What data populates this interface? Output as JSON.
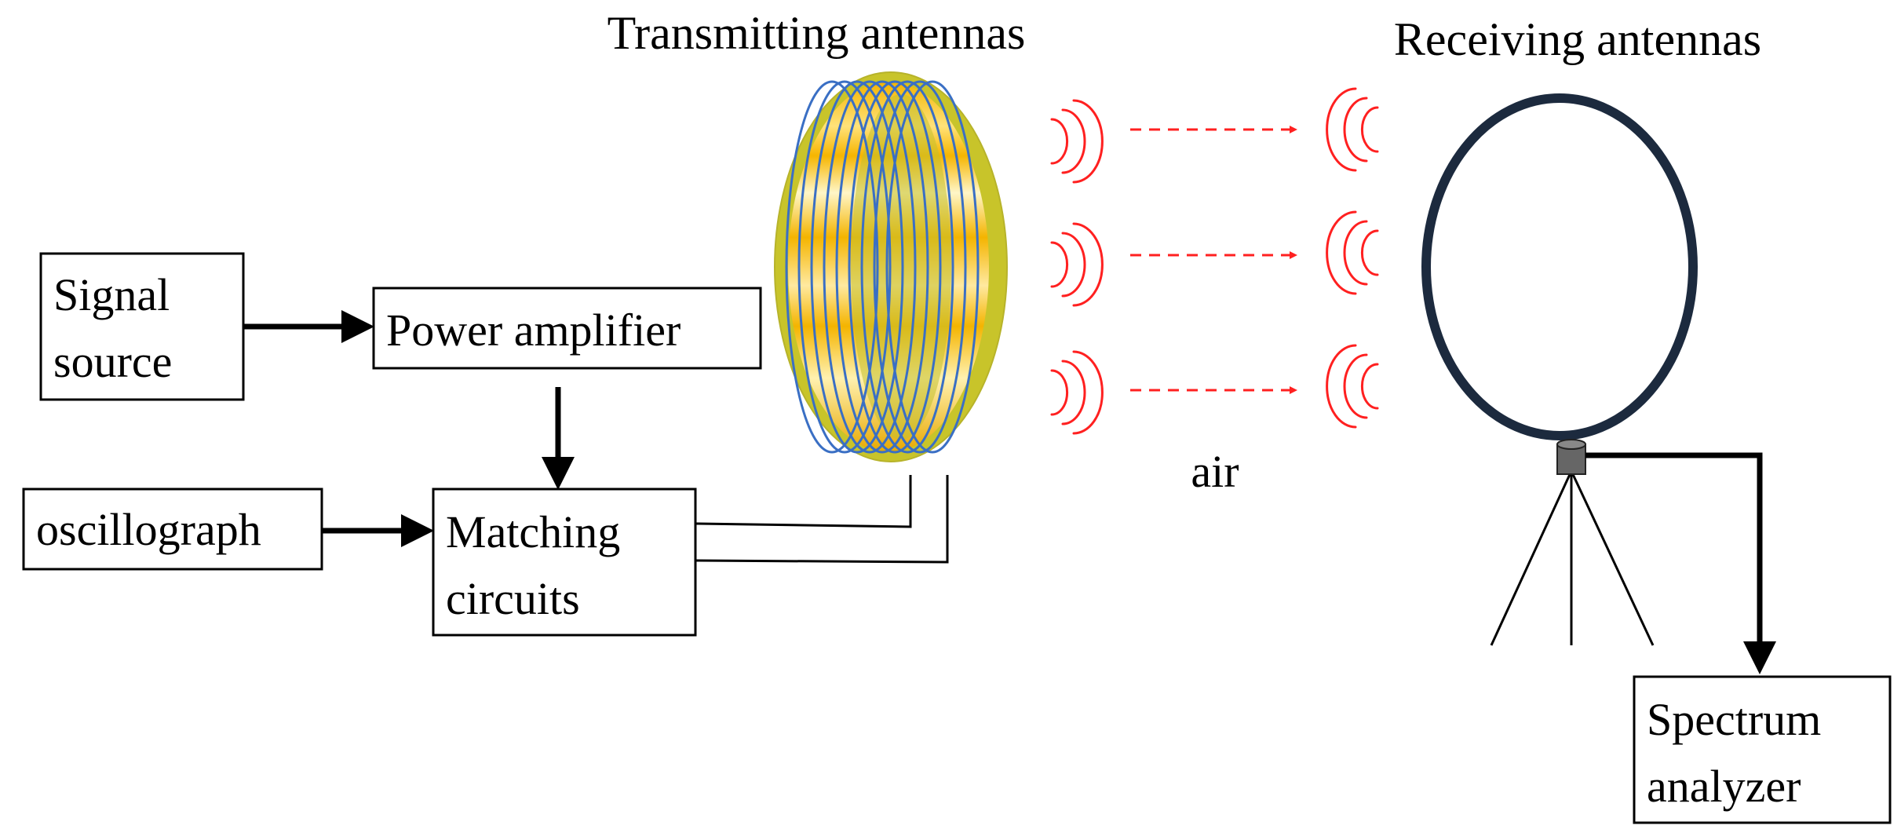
{
  "labels": {
    "transmitting_antennas": "Transmitting antennas",
    "receiving_antennas": "Receiving antennas",
    "air": "air"
  },
  "blocks": {
    "signal_source": [
      "Signal",
      "source"
    ],
    "power_amplifier": [
      "Power amplifier"
    ],
    "oscillograph": [
      "oscillograph"
    ],
    "matching_circuits": [
      "Matching",
      "circuits"
    ],
    "spectrum_analyzer": [
      "Spectrum",
      "analyzer"
    ]
  },
  "colors": {
    "wave": "#ff2020",
    "coil_wire": "#3a6fc4",
    "coil_body": "#f4b400",
    "coil_rim": "#c8c42a",
    "loop_ring": "#1c2a3e",
    "connector": "#666666"
  }
}
